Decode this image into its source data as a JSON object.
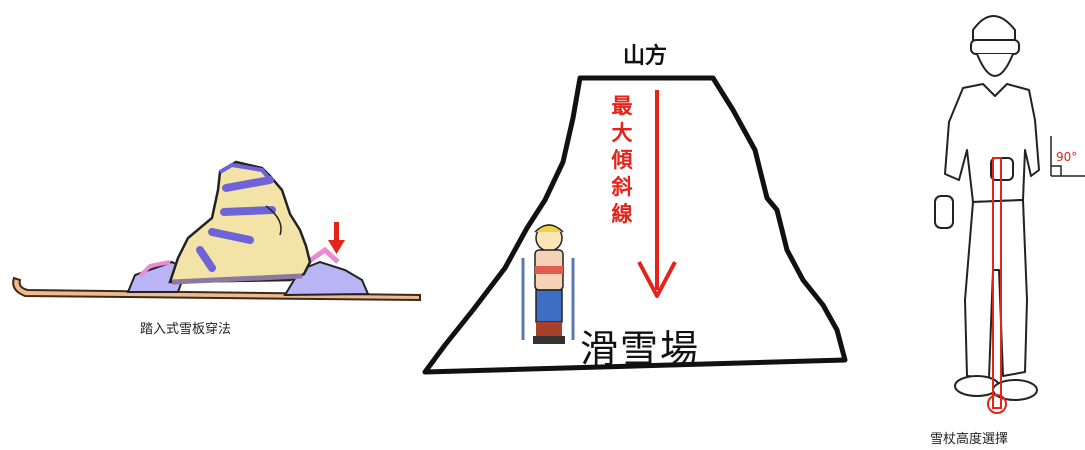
{
  "ski_panel": {
    "caption": "踏入式雪板穿法"
  },
  "mountain_panel": {
    "top_label": "山方",
    "slope_label": "最大傾斜線",
    "area_label": "滑雪場"
  },
  "pole_panel": {
    "angle_label": "90°",
    "caption": "雪杖高度選擇"
  },
  "colors": {
    "accent_red": "#e3241b",
    "boot_yellow": "#f4e3a6",
    "buckle_purple": "#6f63d8",
    "ski_orange": "#f2b98a"
  }
}
